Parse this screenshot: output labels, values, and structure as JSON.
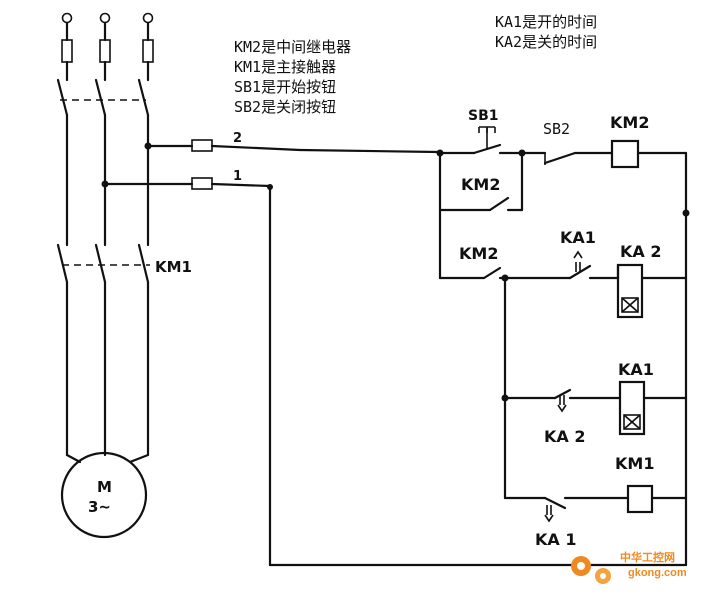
{
  "legend": {
    "km2": "KM2是中间继电器",
    "km1": "KM1是主接触器",
    "sb1": "SB1是开始按钮",
    "sb2": "SB2是关闭按钮"
  },
  "timer_notes": {
    "ka1": "KA1是开的时间",
    "ka2": "KA2是关的时间"
  },
  "wire_labels": {
    "w2": "2",
    "w1": "1"
  },
  "contacts": {
    "sb1": "SB1",
    "sb2": "SB2",
    "km2_coil": "KM2",
    "km2_hold": "KM2",
    "km2_branch": "KM2",
    "ka1_contact_top": "KA1",
    "ka2_coil": "KA 2",
    "ka1_coil": "KA1",
    "ka2_contact": "KA 2",
    "km1_coil": "KM1",
    "ka1_contact_bottom": "KA 1",
    "km1_main": "KM1"
  },
  "motor": {
    "name": "M",
    "phase": "3~"
  },
  "watermark": {
    "cn": "中华工控网",
    "url": "gkong.com"
  },
  "colors": {
    "ink": "#111111",
    "watermark": "#f08a1c"
  }
}
